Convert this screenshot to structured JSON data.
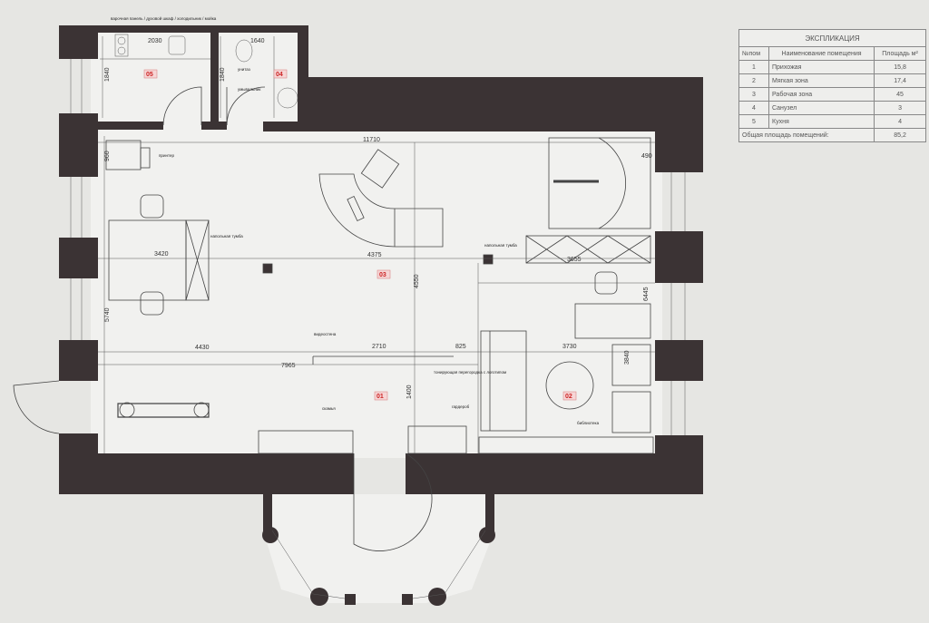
{
  "explication": {
    "title": "ЭКСПЛИКАЦИЯ",
    "headers": [
      "№пом",
      "Наименование помещения",
      "Площадь м²"
    ],
    "rows": [
      {
        "num": "1",
        "name": "Прихожая",
        "area": "15,8"
      },
      {
        "num": "2",
        "name": "Мягкая зона",
        "area": "17,4"
      },
      {
        "num": "3",
        "name": "Рабочая зона",
        "area": "45"
      },
      {
        "num": "4",
        "name": "Санузел",
        "area": "3"
      },
      {
        "num": "5",
        "name": "Кухня",
        "area": "4"
      }
    ],
    "total_label": "Общая площадь помещений:",
    "total_value": "85,2"
  },
  "rooms": {
    "r1": "01",
    "r2": "02",
    "r3": "03",
    "r4": "04",
    "r5": "05"
  },
  "dimensions": {
    "d11710": "11710",
    "d3420": "3420",
    "d4375": "4375",
    "d4550": "4550",
    "d3655": "3655",
    "d6445": "6445",
    "d5740": "5740",
    "d4430": "4430",
    "d2710": "2710",
    "d825": "825",
    "d3730": "3730",
    "d7965": "7965",
    "d1400": "1400",
    "d3840": "3840",
    "d2030": "2030",
    "d1640": "1640",
    "d1840a": "1840",
    "d1840b": "1840",
    "d960": "960",
    "d490": "490"
  },
  "labels": {
    "printer": "принтер",
    "cabinet1": "напольная тумба",
    "cabinet2": "напольная тумба",
    "videowall": "видеостена",
    "partition": "тонирующая перегородка с логотипом",
    "wardrobe": "гардероб",
    "bench": "скамья",
    "library": "библиотека",
    "kitchen": "варочная панель / духовой шкаф / холодильник / мойка",
    "toilet": "унитаз",
    "sink": "умывальник"
  },
  "colors": {
    "wall": "#3b3334",
    "room_tag": "#cc2222"
  }
}
